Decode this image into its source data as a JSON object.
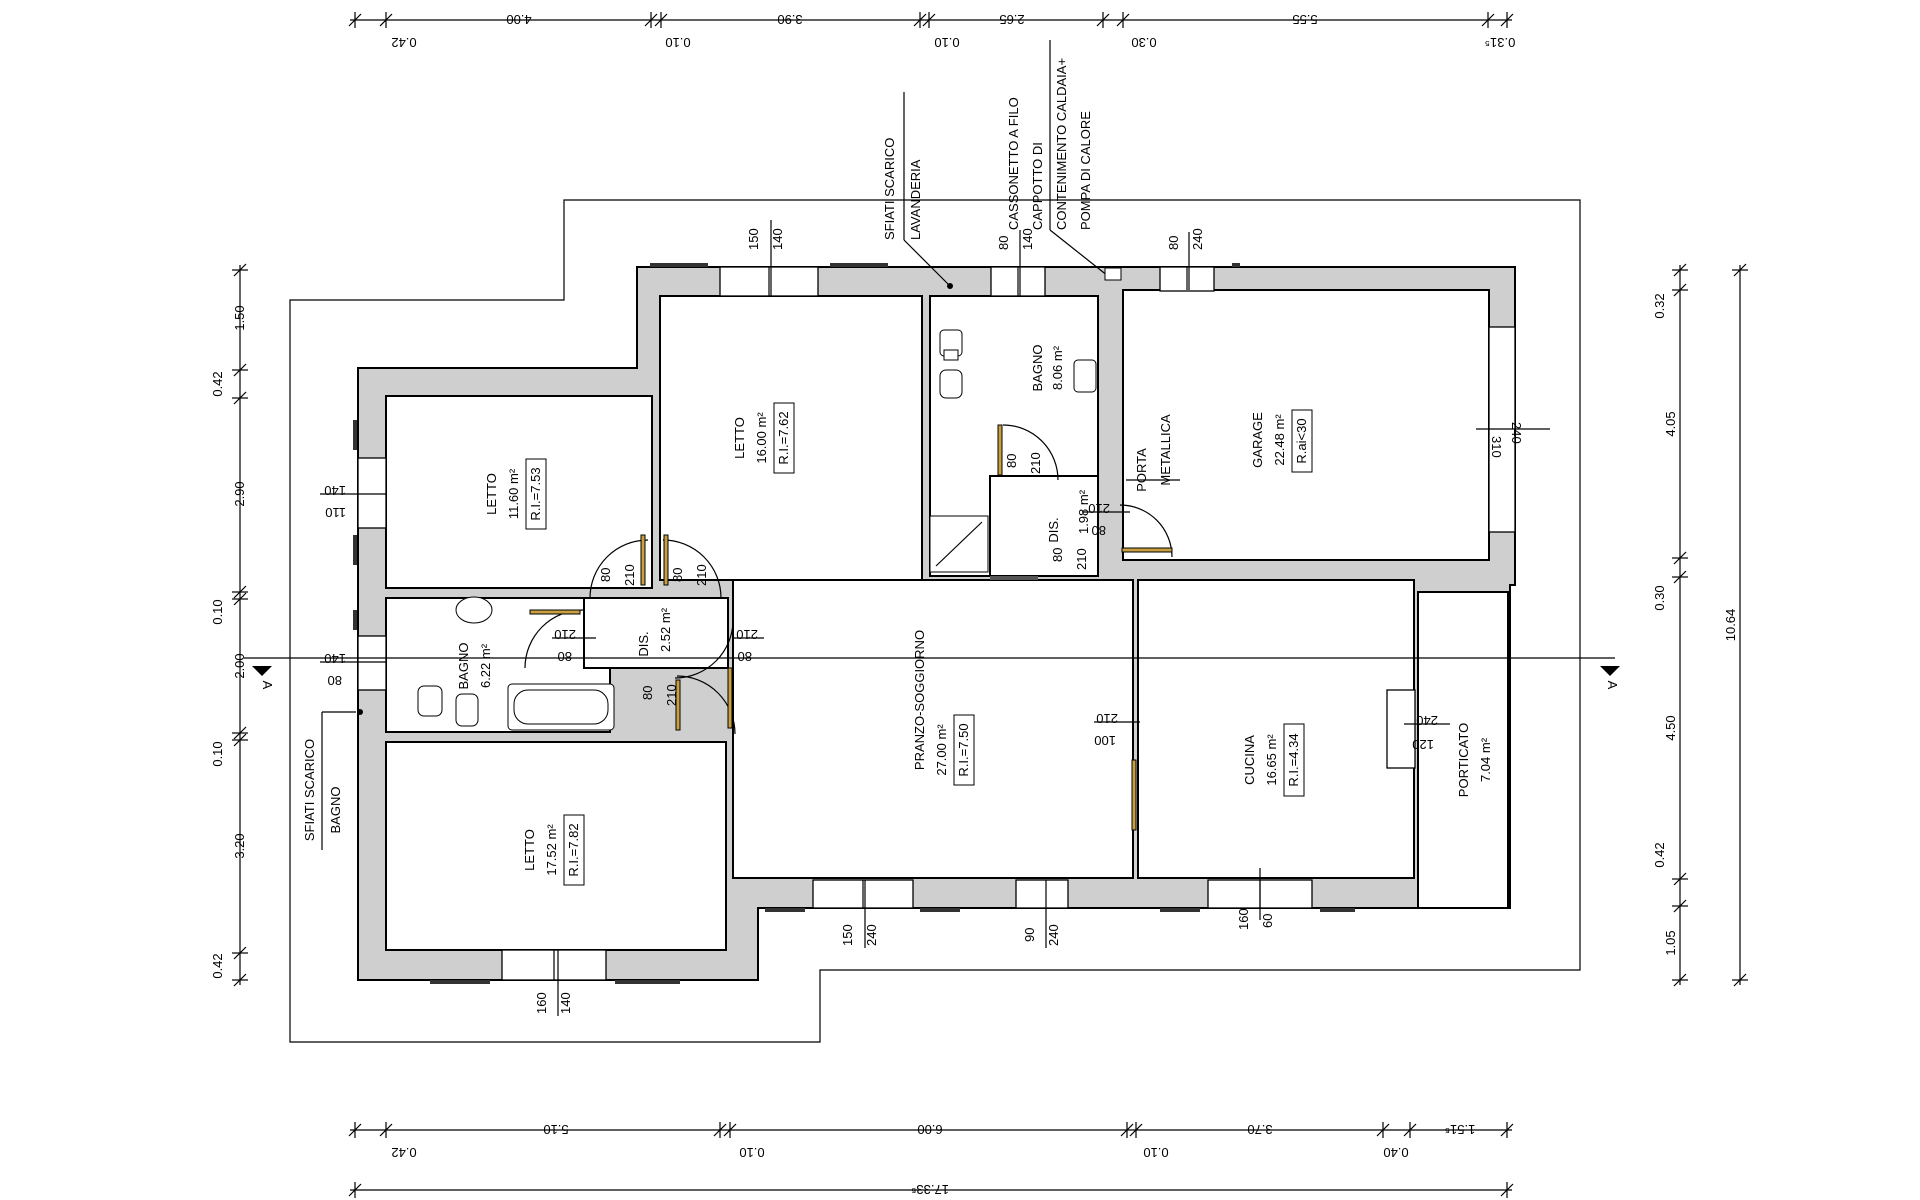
{
  "dims": {
    "top": [
      "0.42",
      "4.00",
      "0.10",
      "3.90",
      "0.10",
      "2.65",
      "0.30",
      "5.55",
      "0.31⁵"
    ],
    "bottom": [
      "0.42",
      "5.10",
      "0.10",
      "6.00",
      "0.10",
      "3.70",
      "0.40",
      "1.51⁵"
    ],
    "total": "17.33⁵",
    "left": [
      "1.50",
      "0.42",
      "2.90",
      "0.10",
      "2.00",
      "0.10",
      "3.20",
      "0.42"
    ],
    "right": [
      "0.32",
      "4.05",
      "0.30",
      "4.50",
      "0.42",
      "1.05"
    ],
    "right_total": "10.64"
  },
  "rooms": {
    "letto1": {
      "name": "LETTO",
      "area": "11.60 m²",
      "ri": "R.I.=7.53"
    },
    "letto2": {
      "name": "LETTO",
      "area": "16.00 m²",
      "ri": "R.I.=7.62"
    },
    "bagno1": {
      "name": "BAGNO",
      "area": "8.06 m²"
    },
    "garage": {
      "name": "GARAGE",
      "area": "22.48 m²",
      "ri": "R.ai<30"
    },
    "bagno2": {
      "name": "BAGNO",
      "area": "6.22 m²"
    },
    "dis1": {
      "name": "DIS.",
      "area": "2.52 m²"
    },
    "dis2": {
      "name": "DIS.",
      "area": "1.98 m²"
    },
    "pranzo": {
      "name": "PRANZO-SOGGIORNO",
      "area": "27.00 m²",
      "ri": "R.I.=7.50"
    },
    "cucina": {
      "name": "CUCINA",
      "area": "16.65 m²",
      "ri": "R.I.=4.34"
    },
    "letto3": {
      "name": "LETTO",
      "area": "17.52 m²",
      "ri": "R.I.=7.82"
    },
    "porticato": {
      "name": "PORTICATO",
      "area": "7.04 m²"
    }
  },
  "notes": {
    "sfiati_lav_1": "SFIATI SCARICO",
    "sfiati_lav_2": "LAVANDERIA",
    "cassonetto_1": "CASSONETTO A FILO",
    "cassonetto_2": "CAPPOTTO DI",
    "cassonetto_3": "CONTENIMENTO CALDAIA+",
    "cassonetto_4": "POMPA DI CALORE",
    "porta_1": "PORTA",
    "porta_2": "METALLICA",
    "sfiati_bagno_1": "SFIATI SCARICO",
    "sfiati_bagno_2": "BAGNO",
    "section_mark": "A"
  },
  "openings": {
    "w_top1": [
      "150",
      "140"
    ],
    "w_top2": [
      "80",
      "140"
    ],
    "w_top3": [
      "80",
      "240"
    ],
    "w_garage_r": [
      "240",
      "310"
    ],
    "w_letto1": [
      "140",
      "110"
    ],
    "w_bagno2": [
      "140",
      "80"
    ],
    "d_letto1": [
      "80",
      "210"
    ],
    "d_letto2": [
      "80",
      "210"
    ],
    "d_bagno1": [
      "80",
      "210"
    ],
    "d_dis2": [
      "80",
      "210"
    ],
    "d_garage": [
      "210",
      "80"
    ],
    "d_bagno2": [
      "210",
      "80"
    ],
    "d_pranzo": [
      "210",
      "80"
    ],
    "d_letto3": [
      "80",
      "210"
    ],
    "d_cucina": [
      "210",
      "100"
    ],
    "w_cucina": [
      "240",
      "120"
    ],
    "w_bot1": [
      "150",
      "240"
    ],
    "w_bot2": [
      "90",
      "240"
    ],
    "w_bot3": [
      "160",
      "60"
    ],
    "w_bot4": [
      "160",
      "140"
    ]
  }
}
